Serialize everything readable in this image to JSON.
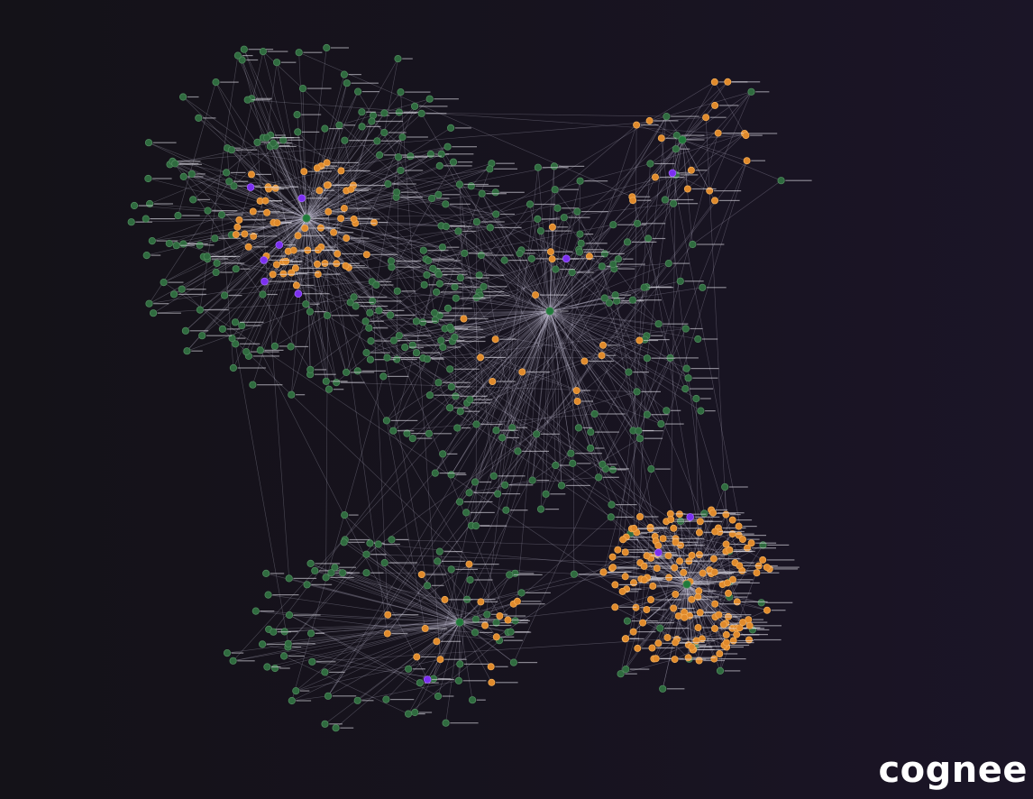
{
  "brand": {
    "logo_text": "cognee"
  },
  "colors": {
    "background": "#15131c",
    "edge": "#d9d4ea",
    "node_entity": "#2f6b3f",
    "node_entity_ring": "#4f8a5d",
    "node_concept": "#e08a2c",
    "node_concept_ring": "#f3ad55",
    "node_document": "#7b2ff0",
    "node_document_ring": "#a064ff",
    "node_hub": "#1f7a3a",
    "label": "#e8e6ee"
  },
  "graph": {
    "clusters": [
      {
        "id": "cluster-top-left",
        "entity_nodes": 160,
        "concept_nodes": 60,
        "document_nodes": 6
      },
      {
        "id": "cluster-top-right",
        "entity_nodes": 10,
        "concept_nodes": 18,
        "document_nodes": 1
      },
      {
        "id": "cluster-center",
        "entity_nodes": 150,
        "concept_nodes": 16,
        "document_nodes": 1
      },
      {
        "id": "cluster-bottom-right",
        "entity_nodes": 20,
        "concept_nodes": 150,
        "document_nodes": 2
      },
      {
        "id": "cluster-bottom-left",
        "entity_nodes": 70,
        "concept_nodes": 18,
        "document_nodes": 1
      }
    ]
  }
}
